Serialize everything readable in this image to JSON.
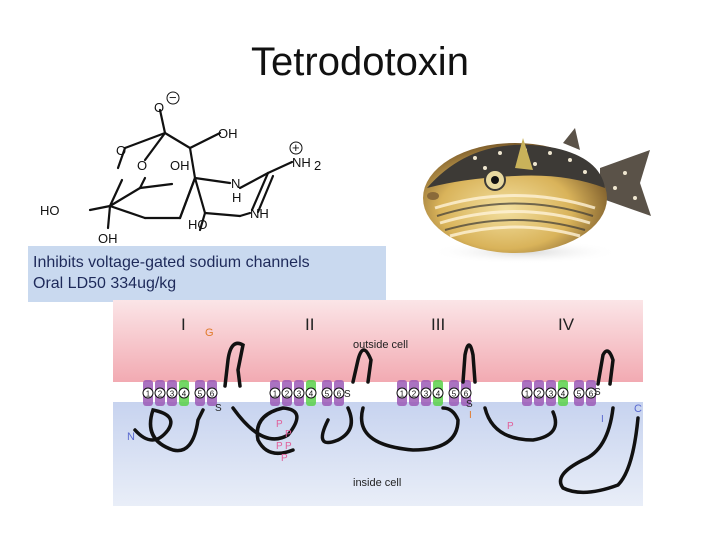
{
  "slide": {
    "title": "Tetrodotoxin",
    "caption": {
      "line1": "Inhibits voltage-gated sodium channels",
      "line2": "Oral LD50 334ug/kg"
    }
  },
  "molecule": {
    "labels": {
      "o_minus": "O",
      "minus_charge": "−",
      "oh_top": "OH",
      "o_ring_left": "O",
      "o_ring_mid": "O",
      "oh_mid": "OH",
      "nh_n": "N",
      "nh_h": "H",
      "nh2": "NH",
      "nh2_sub": "2",
      "plus_charge": "+",
      "ho_left": "HO",
      "ho_bottom": "HO",
      "nh_bottom": "NH",
      "oh_bottom": "OH"
    }
  },
  "channel": {
    "domains": [
      "I",
      "II",
      "III",
      "IV"
    ],
    "outside_label": "outside cell",
    "inside_label": "inside cell",
    "segment_numbers": [
      "1",
      "2",
      "3",
      "4",
      "5",
      "6"
    ],
    "markers": {
      "g": "G",
      "n": "N",
      "c": "C",
      "s": "S",
      "i": "I",
      "p": "P"
    },
    "colors": {
      "outside": "#f4b9bf",
      "inside": "#cfd9f1",
      "helix_purple": "#9b59b6",
      "helix_green": "#5bd14a",
      "chain": "#111111",
      "marker_orange": "#e07a2b",
      "marker_pink": "#e0609a",
      "marker_blue": "#5a6ad0"
    }
  }
}
